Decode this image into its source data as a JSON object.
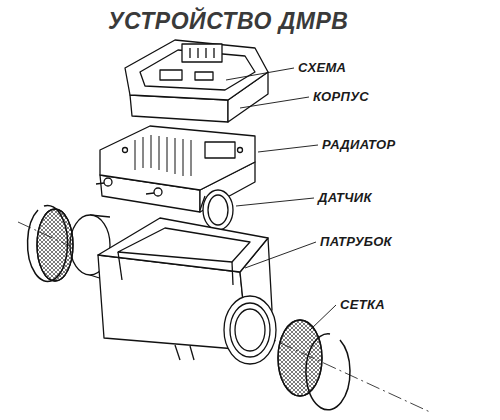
{
  "diagram": {
    "title": "УСТРОЙСТВО ДМРВ",
    "labels": [
      "СХЕМА",
      "КОРПУС",
      "РАДИАТОР",
      "ДАТЧИК",
      "ПАТРУБОК",
      "СЕТКА"
    ]
  }
}
